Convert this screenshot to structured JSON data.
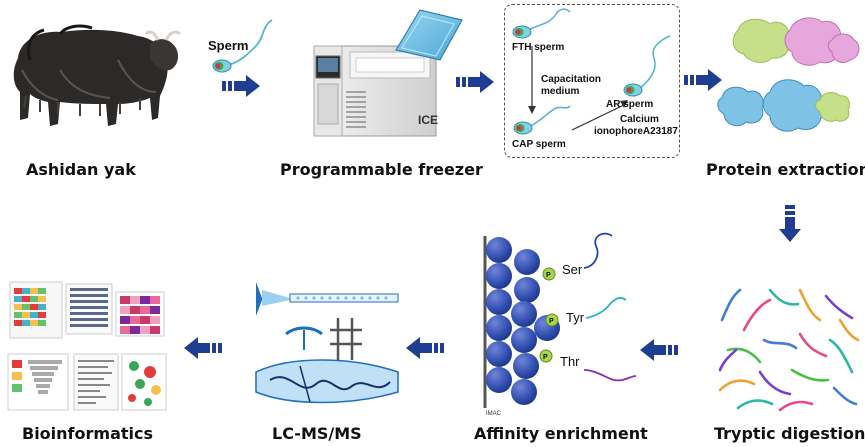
{
  "steps": {
    "yak": "Ashidan yak",
    "freezer": "Programmable freezer",
    "protein": "Protein extraction",
    "tryptic": "Tryptic digestion",
    "affinity": "Affinity enrichment",
    "lcms": "LC-MS/MS",
    "bio": "Bioinformatics"
  },
  "sperm_label": "Sperm",
  "freezer_brand": "ICE",
  "capacitation": {
    "fth": "FTH sperm",
    "medium_line1": "Capacitation",
    "medium_line2": "medium",
    "ar": "AR sperm",
    "calcium_line1": "Calcium",
    "calcium_line2": "ionophoreA23187",
    "cap": "CAP sperm"
  },
  "imac": {
    "label": "IMAC",
    "phospho_badge": "P",
    "ser": "Ser",
    "tyr": "Tyr",
    "thr": "Thr"
  },
  "colors": {
    "arrow": "#1f3e93",
    "bead": "#3a56b8",
    "badge": "#a8d64a"
  }
}
